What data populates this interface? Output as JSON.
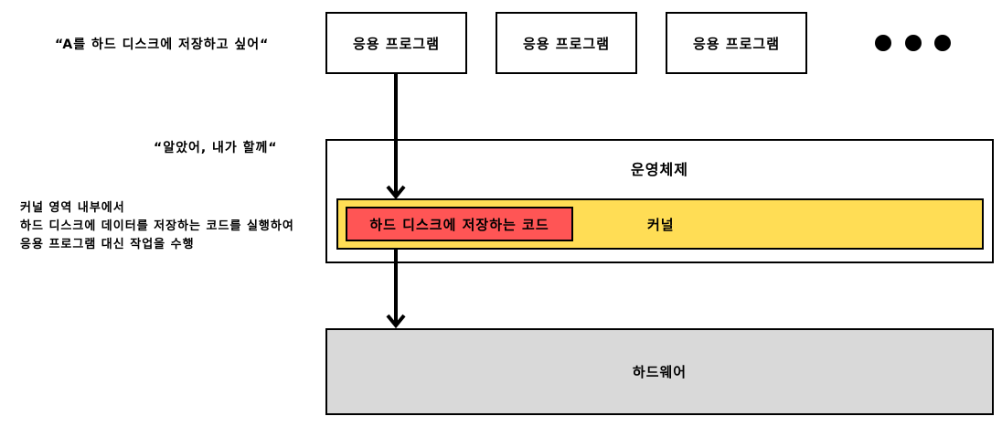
{
  "quotes": {
    "app_request": "“A를 하드 디스크에 저장하고 싶어“",
    "os_reply": "“알았어, 내가 할께“"
  },
  "note_lines": [
    "커널 영역 내부에서",
    "하드 디스크에 데이터를 저장하는 코드를 실행하여",
    "응용 프로그램 대신 작업을 수행"
  ],
  "apps": [
    {
      "label": "응용 프로그램"
    },
    {
      "label": "응용 프로그램"
    },
    {
      "label": "응용 프로그램"
    }
  ],
  "os": {
    "title": "운영체제",
    "kernel": {
      "label": "커널",
      "store_code": "하드 디스크에 저장하는 코드"
    }
  },
  "hardware": {
    "label": "하드웨어"
  },
  "colors": {
    "kernel_fill": "#FFDD55",
    "store_code_fill": "#FF5555",
    "hardware_fill": "#D9D9D9",
    "line": "#000000"
  },
  "icons": {
    "more_indicator": "three-dots-icon"
  }
}
